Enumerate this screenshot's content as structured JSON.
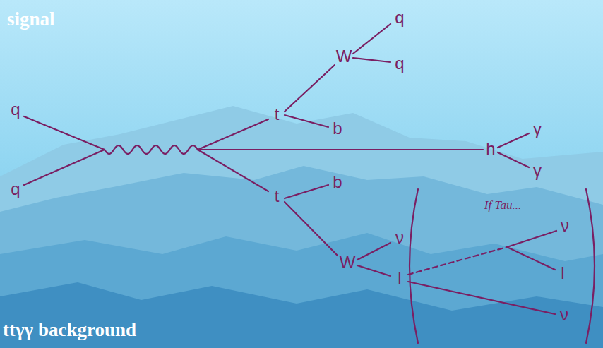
{
  "diagram": {
    "labels": [
      "signal",
      "q",
      "q",
      "W",
      "q",
      "q",
      "t",
      "b",
      "γ",
      "h",
      "γ",
      "t",
      "b",
      "W",
      "ν",
      "l",
      "If Tau...",
      "ν",
      "l",
      "ν",
      "ttγγ background"
    ]
  }
}
